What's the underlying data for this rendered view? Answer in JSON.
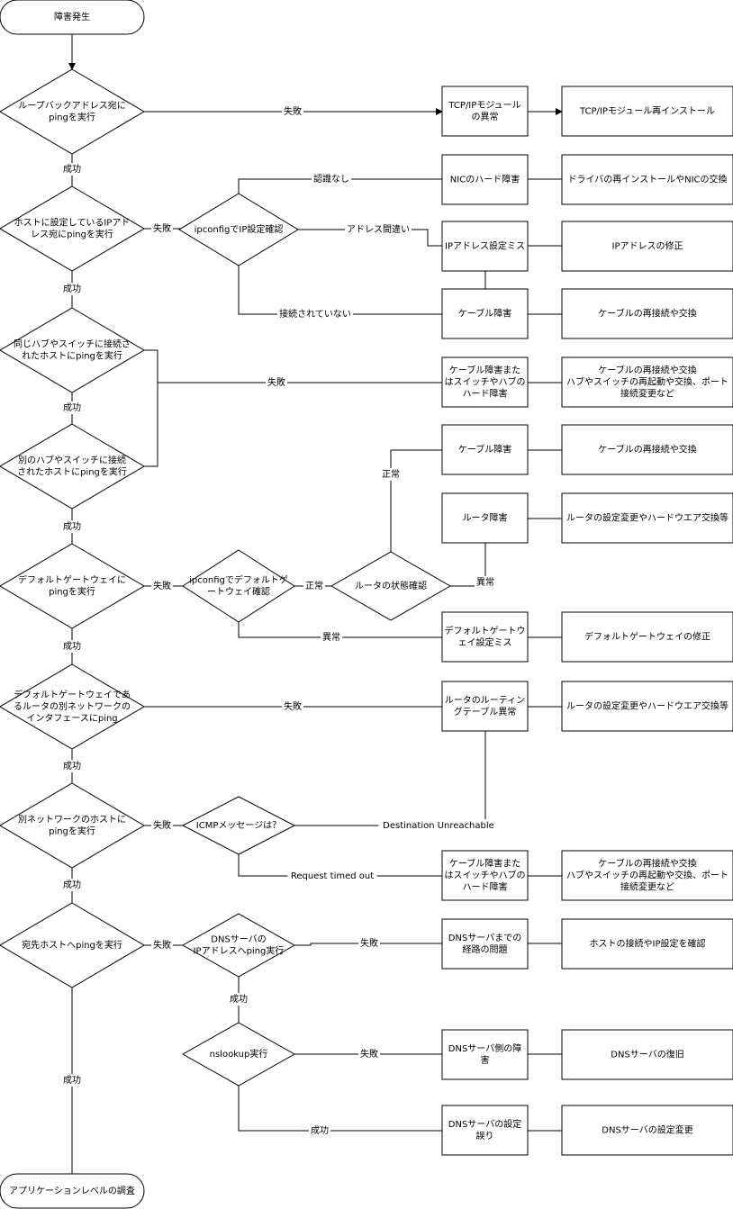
{
  "nodes": {
    "start": "障害発生",
    "d_loopback": [
      "ループバックアドレス宛に",
      "pingを実行"
    ],
    "r_tcpip": [
      "TCP/IPモジュール",
      "の異常"
    ],
    "a_tcpip": "TCP/IPモジュール再インストール",
    "d_host_ip": [
      "ホストに設定しているIPアド",
      "レス宛にpingを実行"
    ],
    "d_ipconfig": "ipconfigでIP設定確認",
    "r_nic": "NICのハード障害",
    "a_nic": "ドライバの再インストールやNICの交換",
    "r_ipaddr": "IPアドレス設定ミス",
    "a_ipaddr": "IPアドレスの修正",
    "r_cable1": "ケーブル障害",
    "a_cable1": "ケーブルの再接続や交換",
    "d_same_hub": [
      "同じハブやスイッチに接続さ",
      "れたホストにpingを実行"
    ],
    "r_cable_sw1": [
      "ケーブル障害また",
      "はスイッチやハブの",
      "ハード障害"
    ],
    "a_cable_sw1": [
      "ケーブルの再接続や交換",
      "ハブやスイッチの再起動や交換、ポート",
      "接続変更など"
    ],
    "d_other_hub": [
      "別のハブやスイッチに接続",
      "されたホストにpingを実行"
    ],
    "r_cable2": "ケーブル障害",
    "a_cable2": "ケーブルの再接続や交換",
    "r_router": "ルータ障害",
    "a_router": "ルータの設定変更やハードウエア交換等",
    "d_gateway": [
      "デフォルトゲートウェイに",
      "pingを実行"
    ],
    "d_ipconfig_gw": [
      "ipconfigでデフォルトゲ",
      "ートウェイ確認"
    ],
    "d_router_state": "ルータの状態確認",
    "r_gw": [
      "デフォルトゲートウ",
      "ェイ設定ミス"
    ],
    "a_gw": "デフォルトゲートウェイの修正",
    "d_router_if": [
      "デフォルトゲートウェイであ",
      "るルータの別ネットワークの",
      "インタフェースにping"
    ],
    "r_routing": [
      "ルータのルーティン",
      "グテーブル異常"
    ],
    "a_routing": "ルータの設定変更やハードウエア交換等",
    "d_other_net": [
      "別ネットワークのホストに",
      "pingを実行"
    ],
    "d_icmp": "ICMPメッセージは？",
    "r_cable_sw2": [
      "ケーブル障害また",
      "はスイッチやハブの",
      "ハード障害"
    ],
    "a_cable_sw2": [
      "ケーブルの再接続や交換",
      "ハブやスイッチの再起動や交換、ポート",
      "接続変更など"
    ],
    "d_dest": "宛先ホストへpingを実行",
    "d_dns_ping": [
      "DNSサーバの",
      "IPアドレスへping実行"
    ],
    "r_dns_route": [
      "DNSサーバまでの",
      "経路の問題"
    ],
    "a_dns_route": "ホストの接続やIP設定を確認",
    "d_nslookup": "nslookup実行",
    "r_dns_server": [
      "DNSサーバ側の障",
      "害"
    ],
    "a_dns_server": "DNSサーバの復旧",
    "r_dns_conf": [
      "DNSサーバの設定",
      "誤り"
    ],
    "a_dns_conf": "DNSサーバの設定変更",
    "end": "アプリケーションレベルの調査"
  },
  "edge_labels": {
    "loop_fail": "失敗",
    "loop_ok": "成功",
    "host_fail": "失敗",
    "host_ok": "成功",
    "no_recog": "認識なし",
    "addr_wrong": "アドレス間違い",
    "not_connected": "接続されていない",
    "hub_fail": "失敗",
    "hub_ok": "成功",
    "other_hub_ok": "成功",
    "gw_fail": "失敗",
    "gw_ok": "成功",
    "gwconf_normal": "正常",
    "gwconf_abnormal": "異常",
    "rstate_normal": "正常",
    "rstate_abnormal": "異常",
    "rif_fail": "失敗",
    "rif_ok": "成功",
    "net_fail": "失敗",
    "net_ok": "成功",
    "dest_unreach": "Destination Unreachable",
    "req_timeout": "Request timed out",
    "dest_fail": "失敗",
    "dest_ok": "成功",
    "dns_fail": "失敗",
    "dns_ok": "成功",
    "ns_fail": "失敗",
    "ns_ok": "成功"
  }
}
